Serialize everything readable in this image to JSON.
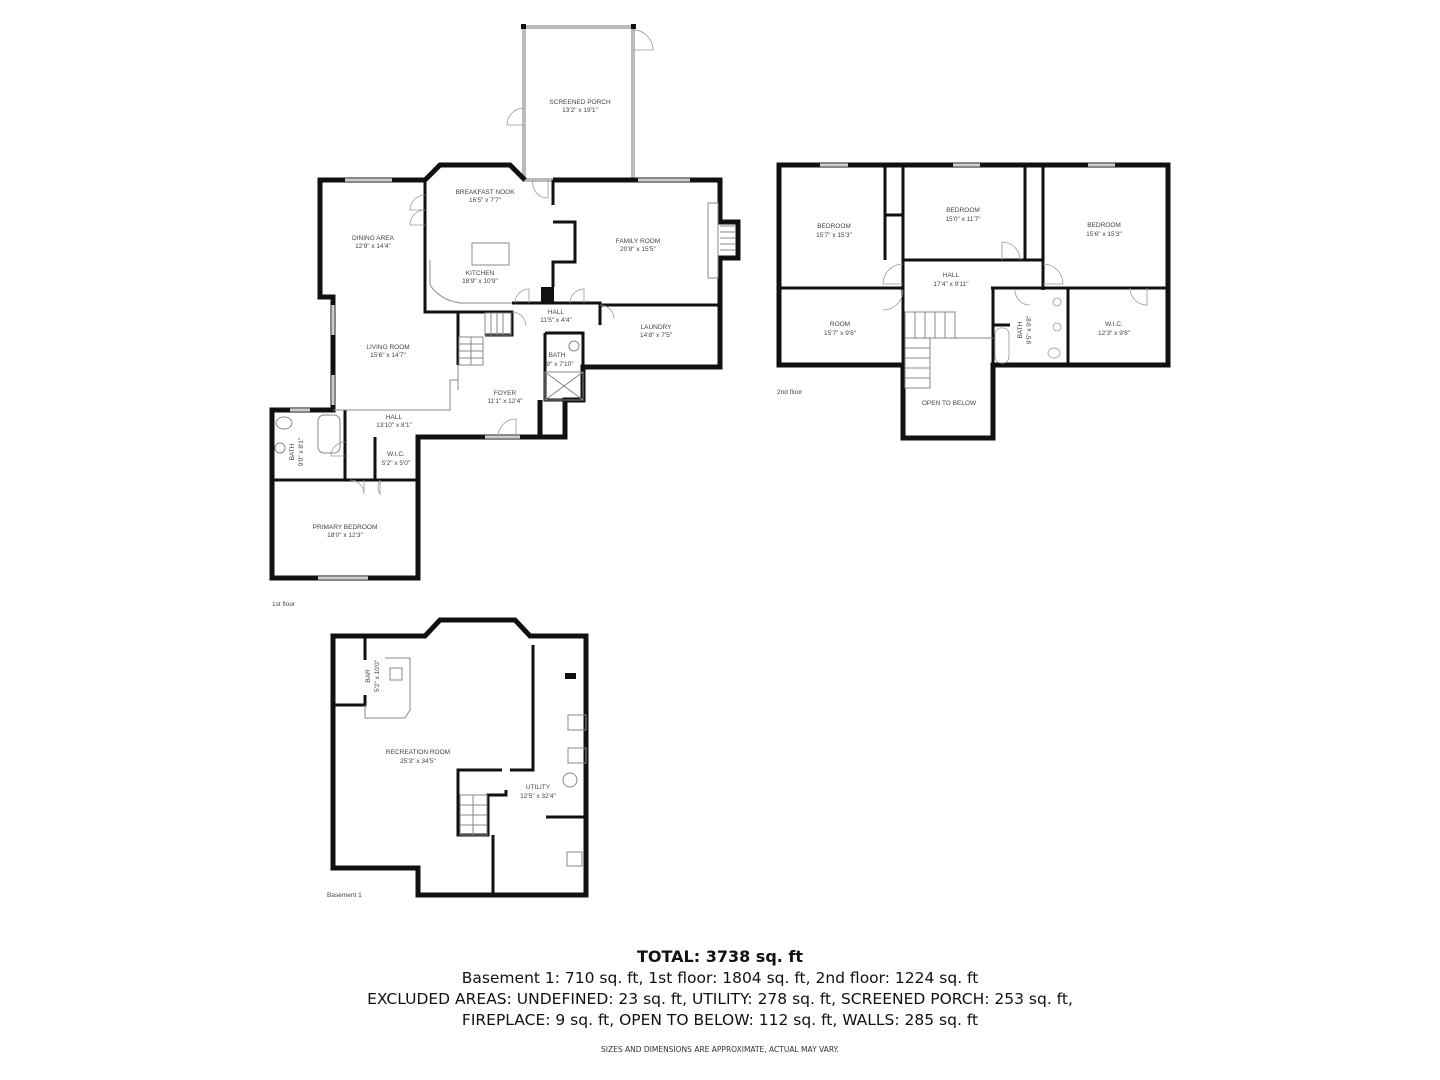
{
  "first_floor": {
    "label": "1st floor",
    "rooms": {
      "screened_porch": {
        "name": "SCREENED PORCH",
        "dims": "13'2\" x 19'1\""
      },
      "breakfast_nook": {
        "name": "BREAKFAST NOOK",
        "dims": "16'5\" x 7'7\""
      },
      "kitchen": {
        "name": "KITCHEN",
        "dims": "18'9\" x 10'9\""
      },
      "dining_area": {
        "name": "DINING AREA",
        "dims": "12'9\" x 14'4\""
      },
      "family_room": {
        "name": "FAMILY ROOM",
        "dims": "20'8\" x 15'5\""
      },
      "hall_a": {
        "name": "HALL",
        "dims": "11'5\" x 4'4\""
      },
      "laundry": {
        "name": "LAUNDRY",
        "dims": "14'8\" x 7'5\""
      },
      "bath_a": {
        "name": "BATH",
        "dims": "9\" x 7'10\""
      },
      "living_room": {
        "name": "LIVING ROOM",
        "dims": "15'6\" x 14'7\""
      },
      "foyer": {
        "name": "FOYER",
        "dims": "11'1\" x 12'4\""
      },
      "hall_b": {
        "name": "HALL",
        "dims": "13'10\" x 8'1\""
      },
      "bath_b": {
        "name": "BATH",
        "dims": "9'0\" x 8'1\""
      },
      "wic": {
        "name": "W.I.C.",
        "dims": "5'2\" x 5'0\""
      },
      "primary_bedroom": {
        "name": "PRIMARY BEDROOM",
        "dims": "18'0\" x 12'3\""
      }
    }
  },
  "second_floor": {
    "label": "2nd floor",
    "rooms": {
      "bedroom_a": {
        "name": "BEDROOM",
        "dims": "15'7\" x 15'3\""
      },
      "bedroom_b": {
        "name": "BEDROOM",
        "dims": "15'0\" x 11'7\""
      },
      "bedroom_c": {
        "name": "BEDROOM",
        "dims": "15'6\" x 15'3\""
      },
      "hall": {
        "name": "HALL",
        "dims": "17'4\" x 9'11\""
      },
      "room": {
        "name": "ROOM",
        "dims": "15'7\" x 9'8\""
      },
      "bath": {
        "name": "BATH",
        "dims": "9'5\" x 9'8\""
      },
      "wic": {
        "name": "W.I.C.",
        "dims": "12'3\" x 9'8\""
      },
      "open_to_below": {
        "name": "OPEN TO BELOW"
      }
    }
  },
  "basement": {
    "label": "Basement 1",
    "rooms": {
      "bar": {
        "name": "BAR",
        "dims": "5'2\" x 10'0\""
      },
      "recreation_room": {
        "name": "RECREATION ROOM",
        "dims": "25'3\" x 34'5\""
      },
      "utility": {
        "name": "UTILITY",
        "dims": "12'5\" x 32'4\""
      }
    }
  },
  "summary": {
    "total": "TOTAL: 3738 sq. ft",
    "floors": "Basement 1: 710 sq. ft, 1st floor: 1804 sq. ft, 2nd floor: 1224 sq. ft",
    "excluded_1": "EXCLUDED AREAS: UNDEFINED: 23 sq. ft, UTILITY: 278 sq. ft, SCREENED PORCH: 253 sq. ft,",
    "excluded_2": "FIREPLACE: 9 sq. ft, OPEN TO BELOW: 112 sq. ft, WALLS: 285 sq. ft",
    "disclaimer": "SIZES AND DIMENSIONS ARE APPROXIMATE, ACTUAL MAY VARY."
  }
}
